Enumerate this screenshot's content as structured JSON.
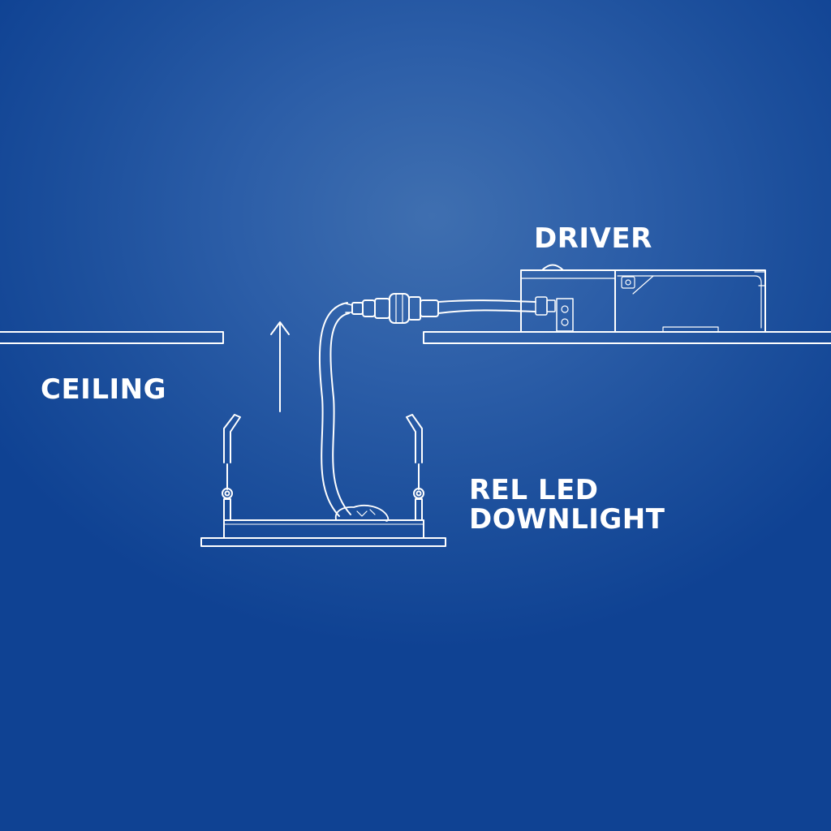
{
  "labels": {
    "driver": "DRIVER",
    "ceiling": "CEILING",
    "downlight_line1": "REL LED",
    "downlight_line2": "DOWNLIGHT"
  },
  "colors": {
    "line": "#ffffff",
    "background_center": "#3f6fb0",
    "background_edge": "#0f4293"
  },
  "icons": {
    "install_direction": "arrow-up-icon"
  }
}
